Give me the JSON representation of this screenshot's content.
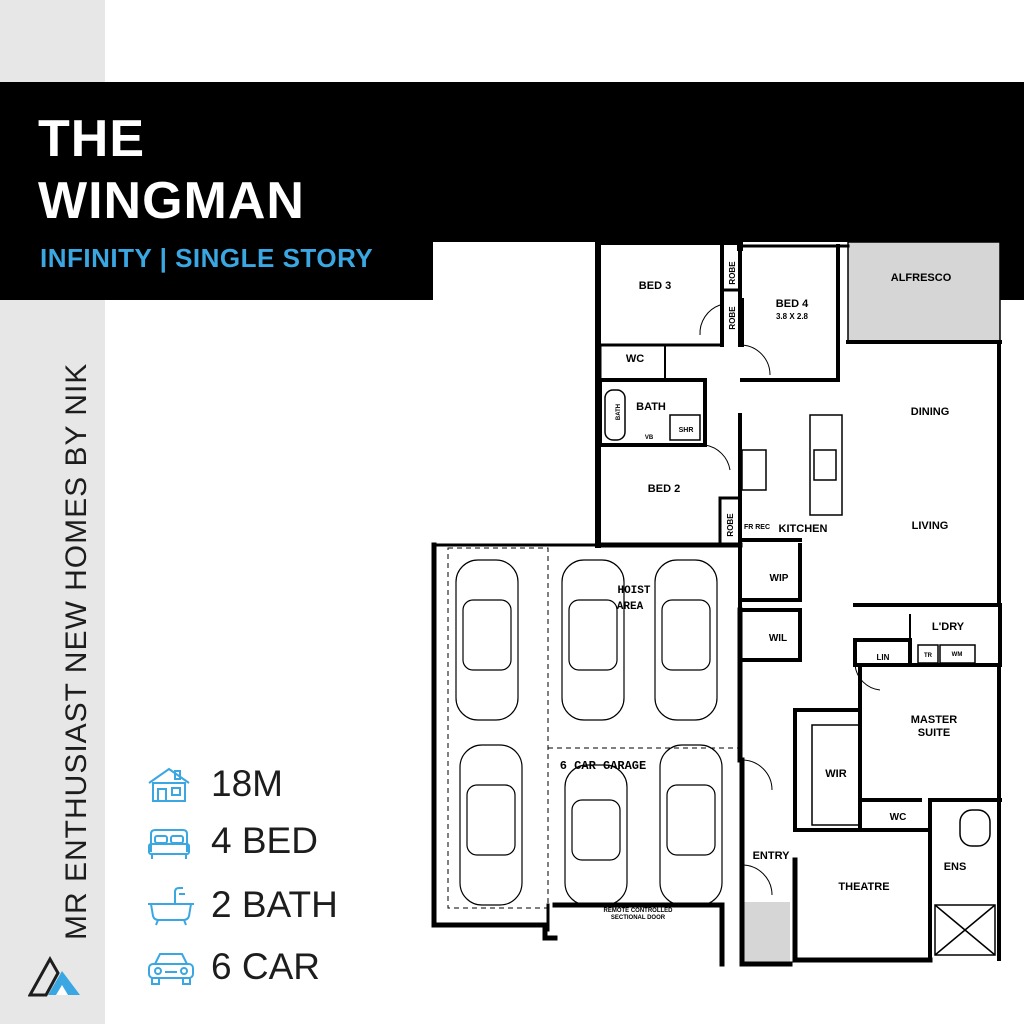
{
  "brand": {
    "title_line1": "THE",
    "title_line2": "WINGMAN",
    "subtitle": "INFINITY | SINGLE STORY",
    "vertical_text": "MR ENTHUSIAST NEW HOMES BY NIK",
    "accent_color": "#3aa7e3"
  },
  "specs": [
    {
      "icon": "house-frontage-icon",
      "value": "18M"
    },
    {
      "icon": "bed-icon",
      "value": "4 BED"
    },
    {
      "icon": "bath-icon",
      "value": "2 BATH"
    },
    {
      "icon": "car-icon",
      "value": "6 CAR"
    }
  ],
  "rooms": {
    "bed3": "BED 3",
    "robe": "ROBE",
    "bed4": "BED 4",
    "bed4_size": "3.8 X 2.8",
    "alfresco": "ALFRESCO",
    "wc": "WC",
    "bath": "BATH",
    "bath_fixture": "BATH",
    "shr": "SHR",
    "vb": "VB",
    "dining": "DINING",
    "bed2": "BED 2",
    "living": "LIVING",
    "kitchen": "KITCHEN",
    "fr_rec": "FR REC",
    "wip": "WIP",
    "hoist_area_1": "HOIST",
    "hoist_area_2": "AREA",
    "ldry": "L'DRY",
    "wil": "WIL",
    "lin": "LIN",
    "tr": "TR",
    "wm": "WM",
    "master_suite_1": "MASTER",
    "master_suite_2": "SUITE",
    "garage": "6 CAR GARAGE",
    "wir": "WIR",
    "ensuite_wc": "WC",
    "entry": "ENTRY",
    "theatre": "THEATRE",
    "ens": "ENS",
    "garage_door_1": "REMOTE CONTROLLED",
    "garage_door_2": "SECTIONAL DOOR"
  }
}
